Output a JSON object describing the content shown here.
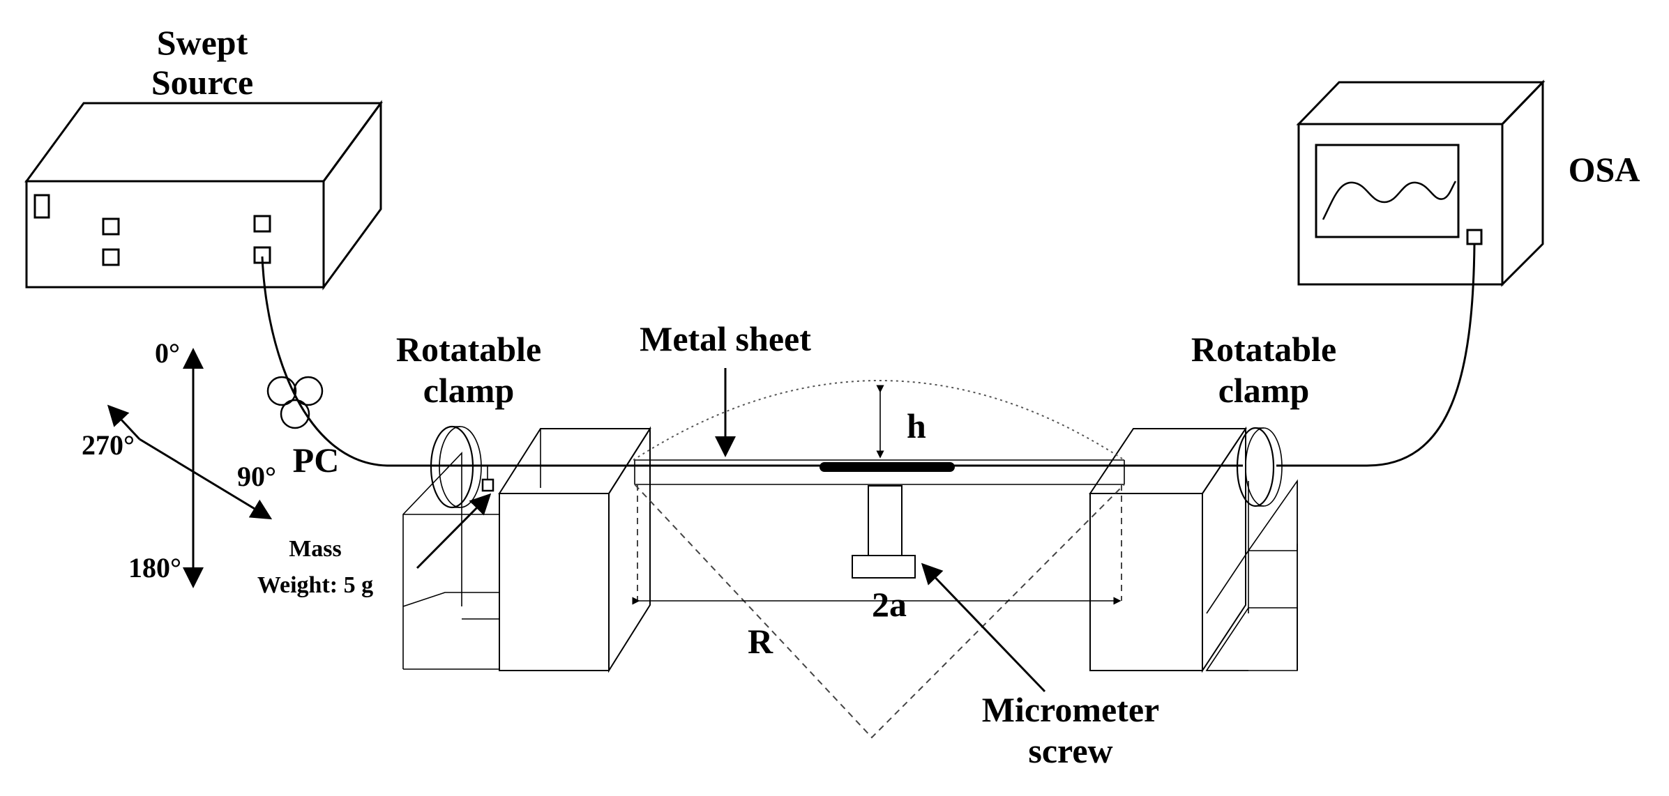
{
  "labels": {
    "swept_source_line1": "Swept",
    "swept_source_line2": "Source",
    "osa": "OSA",
    "rotatable_clamp_left_line1": "Rotatable",
    "rotatable_clamp_left_line2": "clamp",
    "rotatable_clamp_right_line1": "Rotatable",
    "rotatable_clamp_right_line2": "clamp",
    "metal_sheet": "Metal sheet",
    "h": "h",
    "two_a": "2a",
    "R": "R",
    "pc": "PC",
    "mass_line1": "Mass",
    "mass_line2": "Weight: 5 g",
    "micrometer_line1": "Micrometer",
    "micrometer_line2": "screw",
    "angle_0": "0°",
    "angle_90": "90°",
    "angle_180": "180°",
    "angle_270": "270°"
  }
}
